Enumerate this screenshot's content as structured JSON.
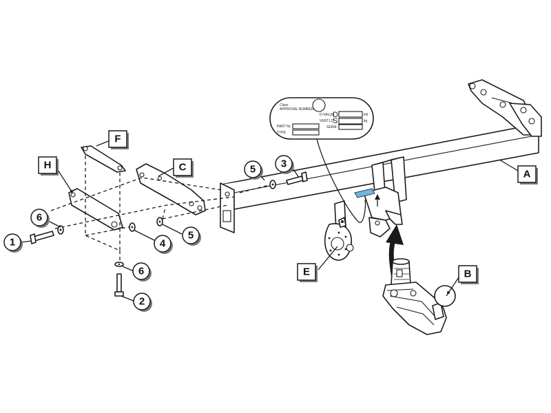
{
  "callouts": {
    "A": "A",
    "B": "B",
    "C": "C",
    "E": "E",
    "F": "F",
    "H": "H",
    "n1": "1",
    "n2": "2",
    "n3": "3",
    "n4": "4",
    "n5a": "5",
    "n5b": "5",
    "n6a": "6",
    "n6b": "6"
  },
  "plate": {
    "line1": "Class",
    "line2": "APPROVAL NUMBER",
    "d_label": "D-VALUE",
    "d_letter": "D",
    "d_unit": "kN",
    "s_label": "VERT.LD",
    "s_letter": "S",
    "s_unit": "kg",
    "part_label": "PART Nr.",
    "serie_label": "SERIE",
    "type_label": "TYPE"
  },
  "colors": {
    "line": "#1a1a1a",
    "highlight": "#6fb7e0",
    "callout_shadow": "#7a7a7a"
  }
}
